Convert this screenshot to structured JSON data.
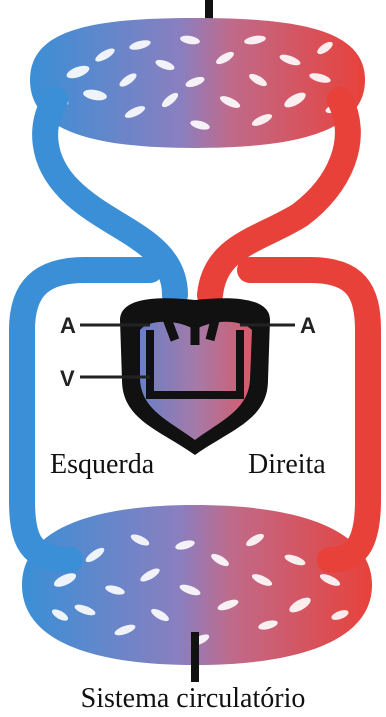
{
  "labels": {
    "atrium_left": "A",
    "ventricle_left": "V",
    "atrium_right": "A",
    "side_left": "Esquerda",
    "side_right": "Direita",
    "caption": "Sistema circulatório"
  },
  "colors": {
    "venous": "#3a8fd6",
    "arterial": "#e8413a",
    "mixed": "#9d6fb0",
    "heart": "#111111"
  }
}
